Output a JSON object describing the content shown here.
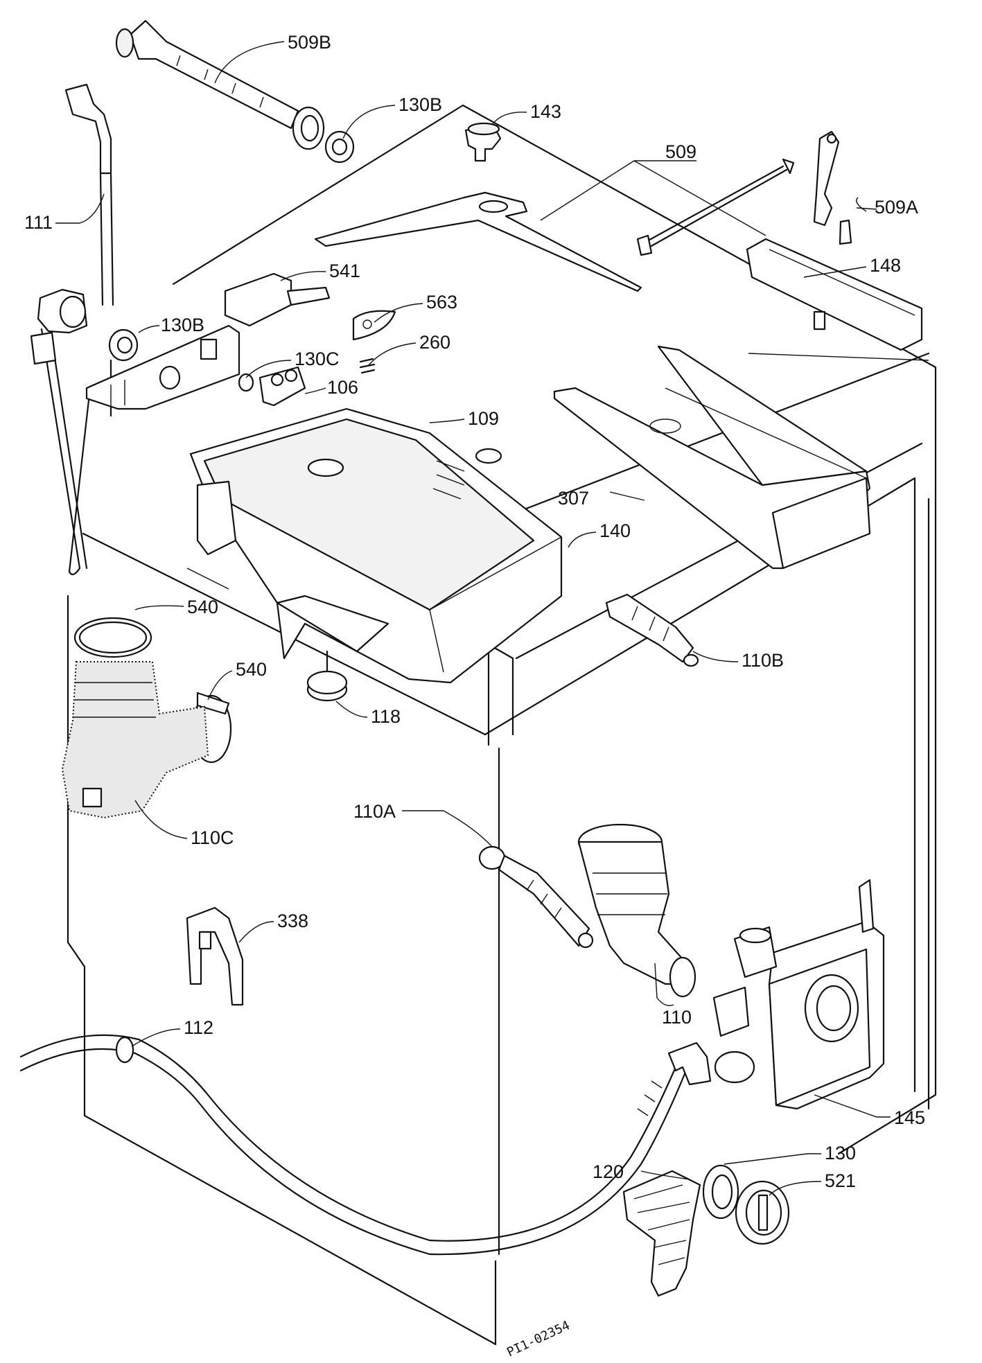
{
  "labels": {
    "p509b": "509B",
    "p130b_top": "130B",
    "p143": "143",
    "p509": "509",
    "p509a": "509A",
    "p111": "111",
    "p541": "541",
    "p148": "148",
    "p563": "563",
    "p130b_mid": "130B",
    "p260": "260",
    "p130c": "130C",
    "p106": "106",
    "p109": "109",
    "p307": "307",
    "p140": "140",
    "p540_a": "540",
    "p540_b": "540",
    "p110b": "110B",
    "p118": "118",
    "p110c": "110C",
    "p110a": "110A",
    "p338": "338",
    "p110": "110",
    "p112": "112",
    "p145": "145",
    "p130": "130",
    "p120": "120",
    "p521": "521"
  },
  "drawing_code": "PI1-02354"
}
